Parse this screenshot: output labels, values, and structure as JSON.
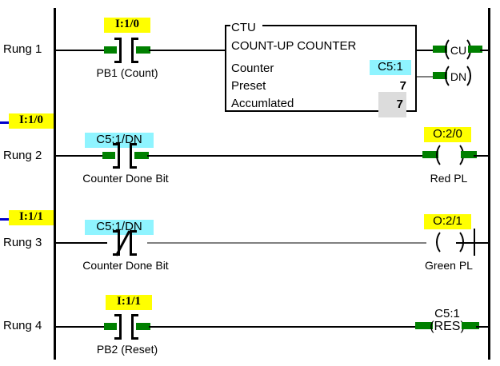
{
  "diagram": {
    "type": "plc-ladder-logic",
    "rail_color": "#000000",
    "energized_color": "#008000",
    "highlight_yellow": "#ffff00",
    "highlight_cyan": "#8ff4ff",
    "highlight_gray": "#dcdcdc"
  },
  "rungs": [
    {
      "label": "Rung 1",
      "contact": {
        "tag": "I:1/0",
        "tag_style": "yellow",
        "description": "PB1 (Count)",
        "type": "XIC",
        "energized": true
      },
      "block": {
        "type_code": "CTU",
        "title": "COUNT-UP COUNTER",
        "rows": [
          {
            "label": "Counter",
            "value": "C5:1",
            "style": "cyan"
          },
          {
            "label": "Preset",
            "value": "7",
            "style": "bold"
          },
          {
            "label": "Accumlated",
            "value": "7",
            "style": "gray"
          }
        ]
      },
      "coils": [
        {
          "text": "CU",
          "energized": true,
          "connected_to_rail": true
        },
        {
          "text": "DN",
          "energized": true,
          "connected_to_rail": false
        }
      ]
    },
    {
      "label": "Rung 2",
      "side_tag": "I:1/0",
      "contact": {
        "tag": "C5:1/DN",
        "tag_style": "cyan",
        "description": "Counter Done Bit",
        "type": "XIC",
        "energized": true
      },
      "output": {
        "tag": "O:2/0",
        "tag_style": "yellow",
        "description": "Red PL",
        "type": "OTE",
        "energized": true
      }
    },
    {
      "label": "Rung 3",
      "side_tag": "I:1/1",
      "contact": {
        "tag": "C5:1/DN",
        "tag_style": "cyan",
        "description": "Counter Done Bit",
        "type": "XIO",
        "energized": false
      },
      "output": {
        "tag": "O:2/1",
        "tag_style": "yellow",
        "description": "Green PL",
        "type": "OTE",
        "energized": false
      }
    },
    {
      "label": "Rung 4",
      "contact": {
        "tag": "I:1/1",
        "tag_style": "yellow",
        "description": "PB2 (Reset)",
        "type": "XIC",
        "energized": true
      },
      "output": {
        "tag": "C5:1",
        "tag_style": "plain",
        "text": "(RES)",
        "type": "RES",
        "energized": true
      }
    }
  ]
}
